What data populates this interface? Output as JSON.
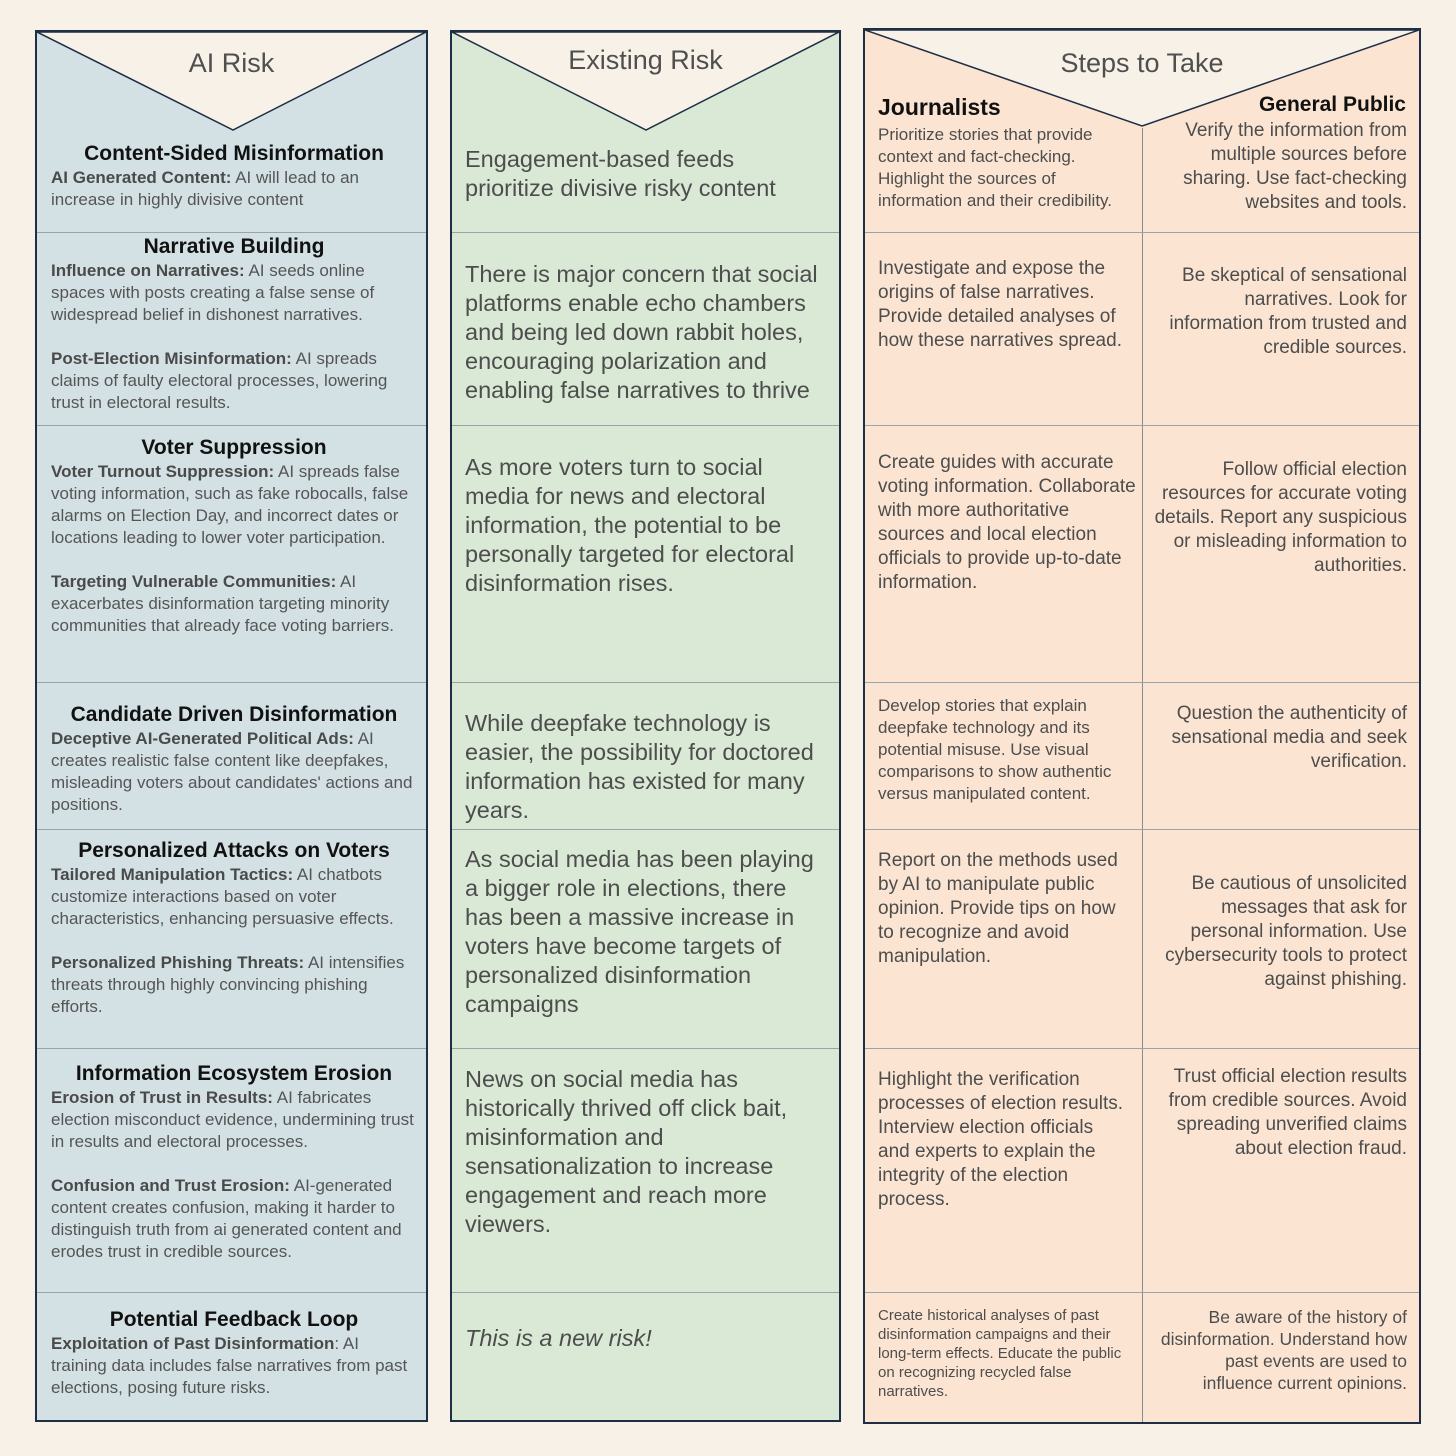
{
  "columns": {
    "ai_risk": "AI Risk",
    "existing_risk": "Existing Risk",
    "steps": "Steps to Take",
    "journalists": "Journalists",
    "general_public": "General Public"
  },
  "rows": [
    {
      "title": "Content-Sided Misinformation",
      "items": [
        {
          "label": "AI Generated Content:",
          "text": " AI will lead to an increase in highly divisive content"
        }
      ],
      "existing": "Engagement-based feeds prioritize divisive risky content",
      "journalists": "Prioritize stories that provide context and fact-checking. Highlight the sources of information and their credibility.",
      "public": "Verify the information from multiple sources before sharing. Use fact-checking websites and tools."
    },
    {
      "title": "Narrative Building",
      "items": [
        {
          "label": "Influence on Narratives:",
          "text": " AI seeds online spaces with posts creating a false sense of widespread belief in dishonest narratives."
        },
        {
          "label": "Post-Election Misinformation:",
          "text": " AI spreads claims of faulty electoral processes, lowering trust in electoral results."
        }
      ],
      "existing": "There is major concern that social platforms enable echo chambers and being led down rabbit holes, encouraging polarization and enabling false narratives to thrive",
      "journalists": "Investigate and expose the origins of false narratives. Provide detailed analyses of how these narratives spread.",
      "public": "Be skeptical of sensational narratives. Look for information from trusted and credible sources."
    },
    {
      "title": "Voter Suppression",
      "items": [
        {
          "label": "Voter Turnout Suppression:",
          "text": " AI spreads false voting information, such as fake robocalls, false alarms on Election Day, and incorrect dates or locations leading to lower voter participation."
        },
        {
          "label": "Targeting Vulnerable Communities:",
          "text": " AI exacerbates disinformation targeting minority communities that already face voting barriers."
        }
      ],
      "existing": "As more voters turn to social media for news and electoral information, the potential to be personally targeted for electoral disinformation rises.",
      "journalists": "Create guides with accurate voting information. Collaborate with more authoritative sources and local election officials to provide up-to-date information.",
      "public": "Follow official election resources for accurate voting details. Report any suspicious or misleading information to authorities."
    },
    {
      "title": "Candidate Driven Disinformation",
      "items": [
        {
          "label": "Deceptive AI-Generated Political Ads:",
          "text": " AI creates realistic false content like deepfakes, misleading voters about candidates' actions and positions."
        }
      ],
      "existing": "While deepfake technology is easier, the possibility for doctored information has existed for many years.",
      "journalists": "Develop stories that explain deepfake technology and its potential misuse. Use visual comparisons to show authentic versus manipulated content.",
      "public": "Question the authenticity of sensational media and seek verification."
    },
    {
      "title": "Personalized Attacks on Voters",
      "items": [
        {
          "label": "Tailored Manipulation Tactics:",
          "text": " AI chatbots customize interactions based on voter characteristics, enhancing persuasive effects."
        },
        {
          "label": "Personalized Phishing Threats:",
          "text": " AI intensifies threats through highly convincing phishing efforts."
        }
      ],
      "existing": "As social media has been playing a bigger role in elections, there has been a massive increase in voters have become targets of personalized disinformation campaigns",
      "journalists": "Report on the methods used by AI to manipulate public opinion. Provide tips on how to recognize and avoid manipulation.",
      "public": "Be cautious of unsolicited messages that ask for personal information. Use cybersecurity tools to protect against phishing."
    },
    {
      "title": "Information Ecosystem Erosion",
      "items": [
        {
          "label": "Erosion of Trust in Results:",
          "text": " AI fabricates election misconduct evidence, undermining trust in results and electoral processes."
        },
        {
          "label": "Confusion and Trust Erosion:",
          "text": " AI-generated content creates confusion, making it harder to distinguish truth from ai generated content and erodes trust in credible sources."
        }
      ],
      "existing": "News on social media has historically thrived off click bait, misinformation and sensationalization to increase engagement and reach more viewers.",
      "journalists": "Highlight the verification processes of election results. Interview election officials and experts to explain the integrity of the election process.",
      "public": "Trust official election results from credible sources. Avoid spreading unverified claims about election fraud."
    },
    {
      "title": "Potential Feedback Loop",
      "items": [
        {
          "label": "Exploitation of Past Disinformation",
          "text": ": AI training data includes false narratives from past elections, posing future risks."
        }
      ],
      "existing": "This is a new risk!",
      "journalists": "Create historical analyses of past disinformation campaigns and their long-term effects. Educate the public on recognizing recycled false narratives.",
      "public": "Be aware of the history of disinformation. Understand how past events are used to influence current opinions."
    }
  ]
}
